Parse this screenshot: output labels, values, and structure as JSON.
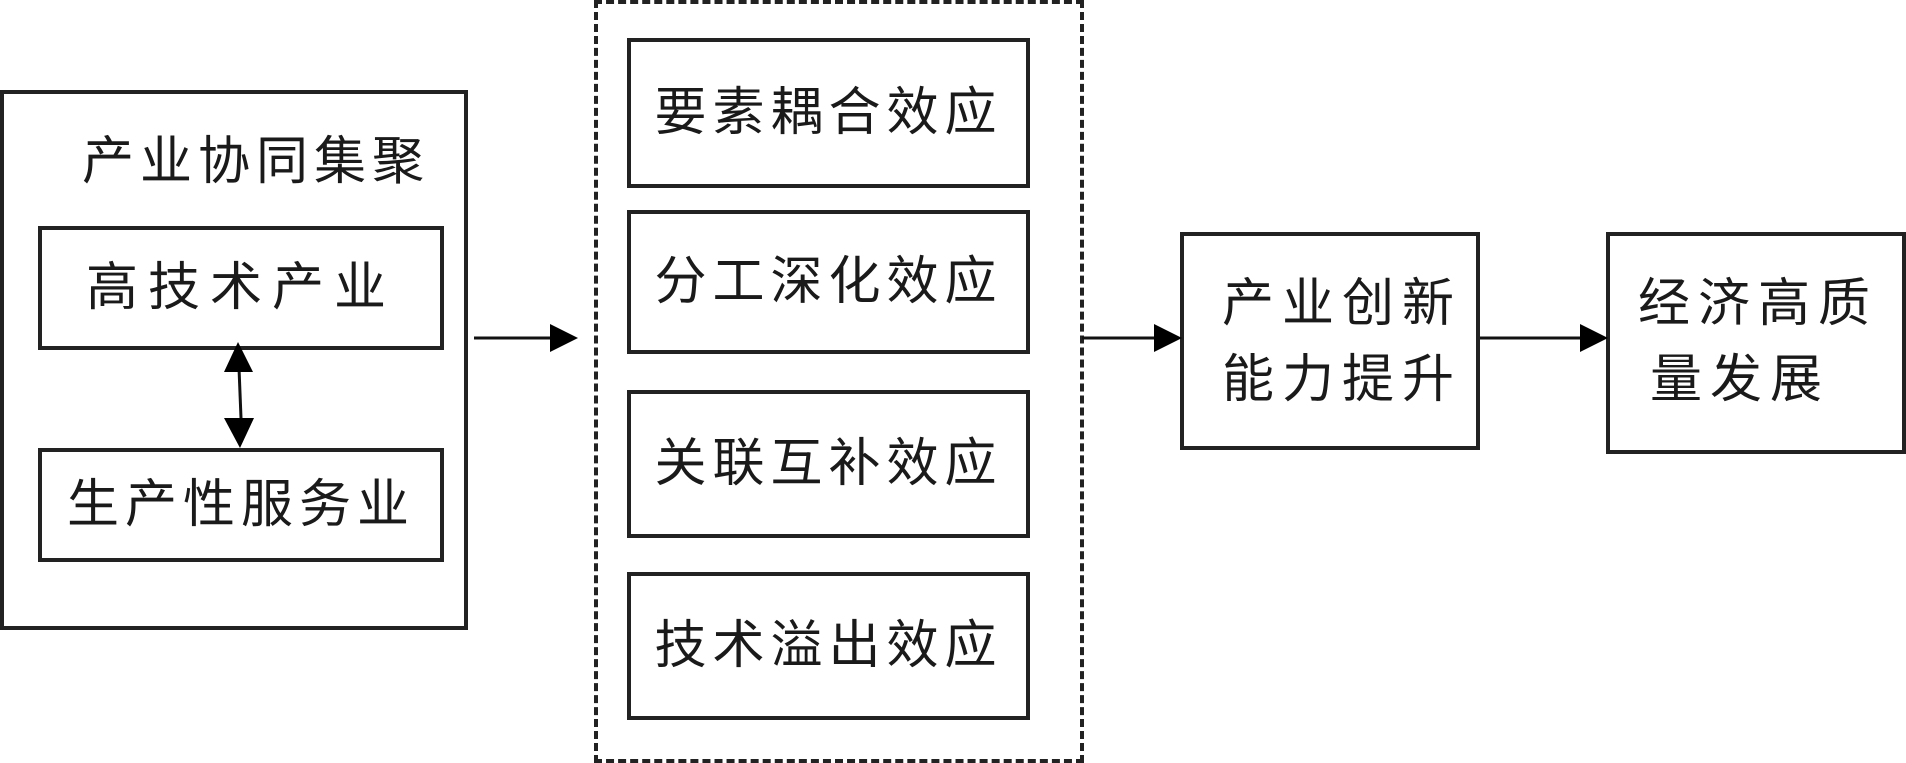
{
  "diagram": {
    "cluster": {
      "title": "产业协同集聚",
      "top_item": "高技术产业",
      "bottom_item": "生产性服务业",
      "relation": "bidirectional"
    },
    "effects": [
      "要素耦合效应",
      "分工深化效应",
      "关联互补效应",
      "技术溢出效应"
    ],
    "innovation": {
      "line1": "产业创新",
      "line2": "能力提升"
    },
    "outcome": {
      "line1": "经济高质",
      "line2": "量发展"
    },
    "flow": [
      "产业协同集聚",
      "effects",
      "产业创新能力提升",
      "经济高质量发展"
    ]
  }
}
